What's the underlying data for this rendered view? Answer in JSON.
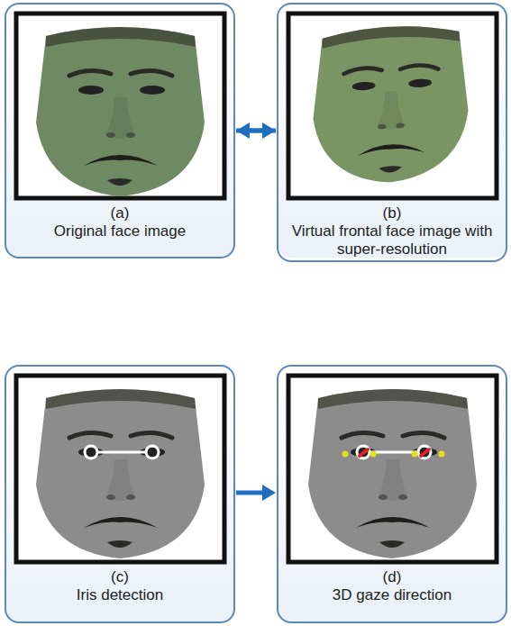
{
  "diagram": {
    "nodes": [
      {
        "text": [
          "(a)",
          "Original face image"
        ]
      },
      {
        "text": [
          "(b)",
          "Virtual frontal face image with super-resolution"
        ]
      },
      {
        "text": [
          "(c)",
          "Iris detection"
        ]
      },
      {
        "text": [
          "(d)",
          "3D gaze direction"
        ]
      }
    ],
    "edges": [
      {
        "from": 0,
        "to": 1,
        "arrow": "to"
      },
      {
        "from": 1,
        "to": 2,
        "arrow": "to"
      },
      {
        "from": 2,
        "to": 3,
        "arrow": "to"
      }
    ]
  }
}
